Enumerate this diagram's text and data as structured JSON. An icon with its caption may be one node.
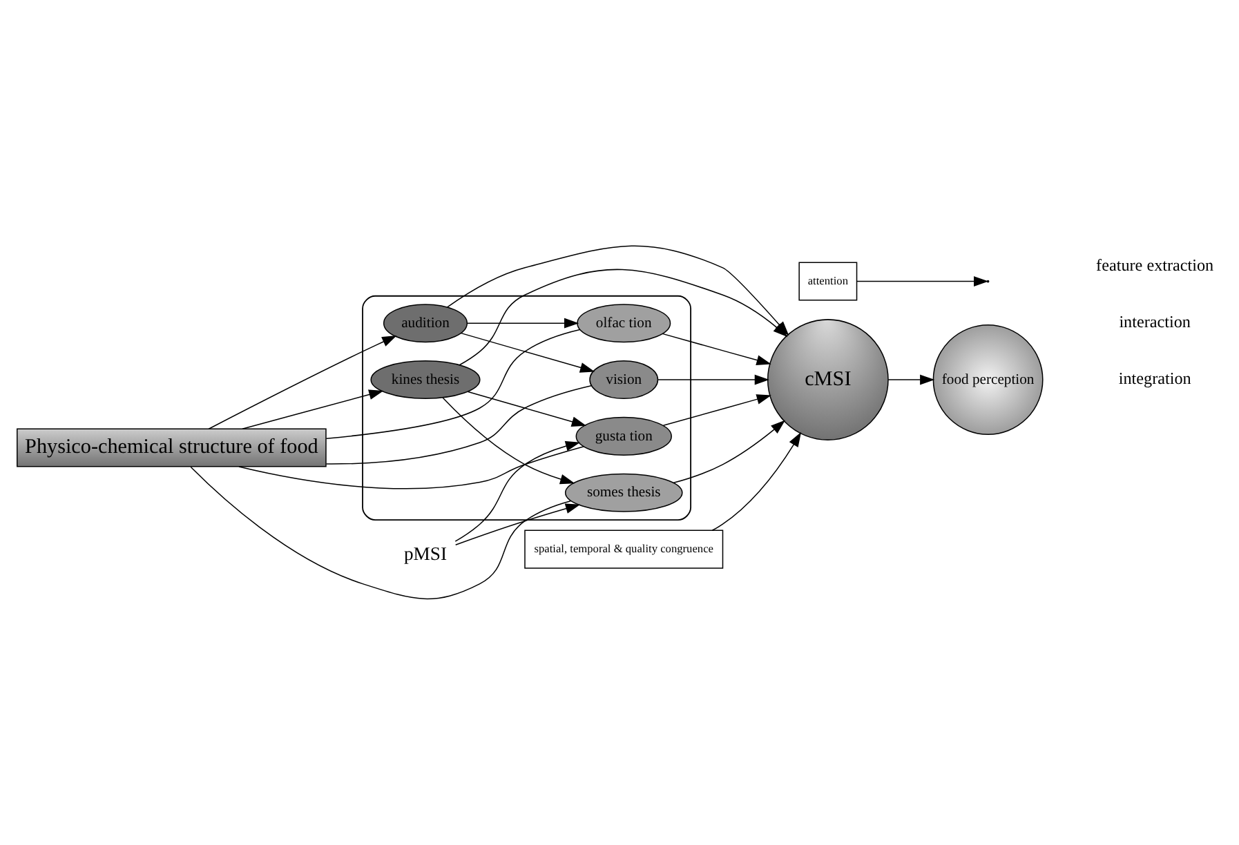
{
  "diagram": {
    "nodes": [
      {
        "text": [
          "Physico-chemical structure of food"
        ]
      },
      {
        "text": [],
        "shape": "ellipse"
      },
      {
        "text": [
          "vision"
        ],
        "in": 1
      },
      {
        "text": [
          "audition"
        ],
        "in": 1
      },
      {
        "text": [
          "olfac tion"
        ],
        "in": 1
      },
      {
        "text": [
          "kines thesis"
        ],
        "in": 1
      },
      {
        "text": [
          "gusta tion"
        ],
        "in": 1
      },
      {
        "text": [
          "somes thesis"
        ],
        "in": 1
      },
      {
        "text": [
          "cMSI"
        ]
      },
      {
        "text": [
          "food perception"
        ]
      },
      {
        "text": [
          "spatial, temporal & quality congruence"
        ]
      },
      {
        "text": [
          "attention"
        ]
      },
      {
        "text": [
          "pMSI"
        ]
      }
    ],
    "edges": [
      {
        "from": 0,
        "to": 3,
        "arrow": "to"
      },
      {
        "from": 0,
        "to": 5,
        "arrow": "to"
      },
      {
        "from": 0,
        "to": 2,
        "arrow": "none"
      },
      {
        "from": 0,
        "to": 4,
        "arrow": "none"
      },
      {
        "from": 0,
        "to": 6,
        "arrow": "none"
      },
      {
        "from": 0,
        "to": 7,
        "arrow": "none"
      },
      {
        "from": 3,
        "to": 2,
        "arrow": "to"
      },
      {
        "from": 3,
        "to": 4,
        "arrow": "to"
      },
      {
        "from": 5,
        "to": 6,
        "arrow": "to"
      },
      {
        "from": 5,
        "to": 7,
        "arrow": "to"
      },
      {
        "from": 2,
        "to": 8,
        "arrow": "to"
      },
      {
        "from": 3,
        "to": 8,
        "arrow": "to"
      },
      {
        "from": 4,
        "to": 8,
        "arrow": "to"
      },
      {
        "from": 5,
        "to": 8,
        "arrow": "to"
      },
      {
        "from": 6,
        "to": 8,
        "arrow": "to"
      },
      {
        "from": 7,
        "to": 8,
        "arrow": "to"
      },
      {
        "from": 12,
        "to": 7,
        "arrow": "to"
      },
      {
        "from": 12,
        "to": 6,
        "arrow": "to"
      },
      {
        "from": 10,
        "to": 8,
        "arrow": "to"
      },
      {
        "from": 8,
        "to": 9,
        "arrow": "to"
      },
      {
        "from": 11,
        "to": null,
        "arrow": "to"
      }
    ],
    "labels": [
      "feature extraction",
      "interaction",
      "integration"
    ]
  }
}
